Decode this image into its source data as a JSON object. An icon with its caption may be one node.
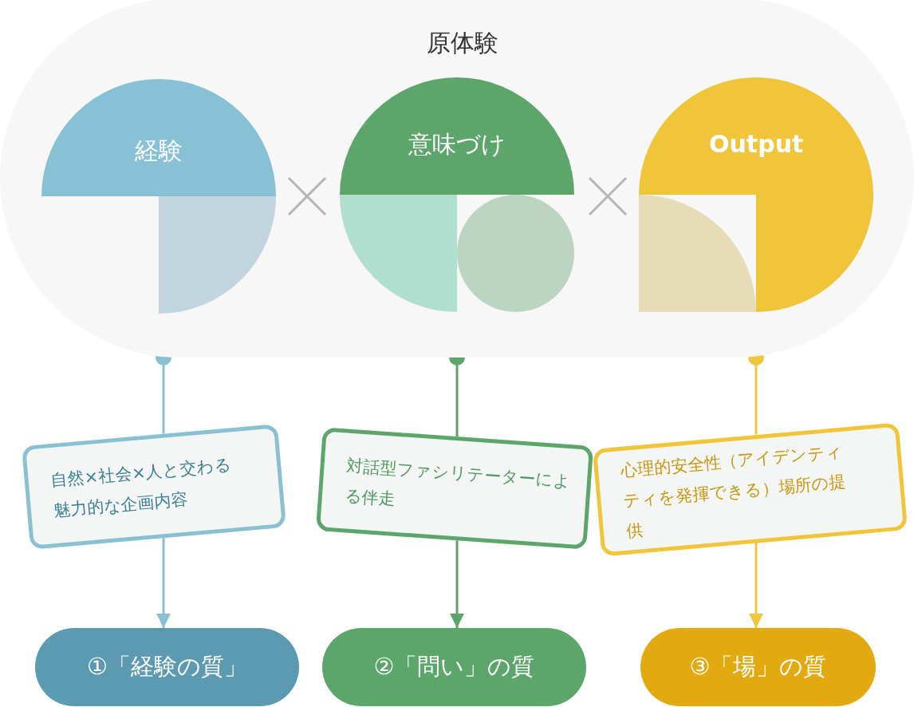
{
  "diagram": {
    "nodes": [
      {
        "text": [
          "原体験"
        ]
      },
      {
        "text": [
          "経験"
        ],
        "in": 0
      },
      {
        "text": [
          "意味づけ"
        ],
        "in": 0
      },
      {
        "text": [
          "Output"
        ],
        "in": 0
      },
      {
        "text": [
          "自然×社会×人と交わる魅力的な企画内容"
        ]
      },
      {
        "text": [
          "対話型ファシリテーターによる伴走"
        ]
      },
      {
        "text": [
          "心理的安全性（アイデンティティを発揮できる）場所の提供"
        ]
      },
      {
        "text": [
          "①「経験の質」"
        ]
      },
      {
        "text": [
          "②「問い」の質"
        ]
      },
      {
        "text": [
          "③「場」の質"
        ]
      }
    ],
    "edges": [
      {
        "from": 0,
        "to": 4,
        "arrow": "other",
        "color": "#89c0d4"
      },
      {
        "from": 4,
        "to": 7,
        "arrow": "to",
        "color": "#89c0d4"
      },
      {
        "from": 0,
        "to": 5,
        "arrow": "other",
        "color": "#5da66b"
      },
      {
        "from": 5,
        "to": 8,
        "arrow": "to",
        "color": "#5da66b"
      },
      {
        "from": 0,
        "to": 6,
        "arrow": "other",
        "color": "#f0c53a"
      },
      {
        "from": 6,
        "to": 9,
        "arrow": "to",
        "color": "#f0c53a"
      }
    ]
  }
}
